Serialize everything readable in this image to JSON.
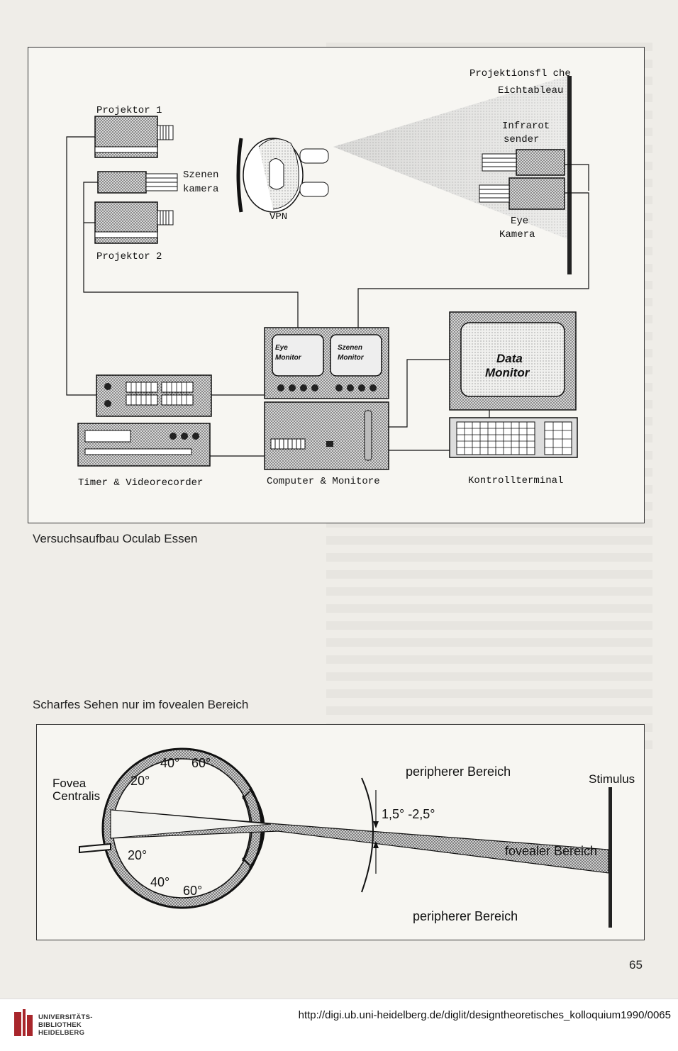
{
  "figure1": {
    "projektor1": "Projektor 1",
    "szenen": "Szenen",
    "kamera": "kamera",
    "projektor2": "Projektor 2",
    "vpn": "VPN",
    "projektionsflaeche": "Projektionsfl che",
    "eichtableau": "Eichtableau",
    "infrarot": "Infrarot",
    "sender": "sender",
    "eye": "Eye",
    "eye_kamera": "Kamera",
    "eye_monitor_1": "Eye",
    "eye_monitor_2": "Monitor",
    "szenen_monitor_1": "Szenen",
    "szenen_monitor_2": "Monitor",
    "data_monitor_1": "Data",
    "data_monitor_2": "Monitor",
    "timer_label": "Timer & Videorecorder",
    "computer_label": "Computer & Monitore",
    "kontroll_label": "Kontrollterminal"
  },
  "caption1": "Versuchsaufbau Oculab Essen",
  "caption2": "Scharfes Sehen nur im fovealen Bereich",
  "figure2": {
    "fovea_1": "Fovea",
    "fovea_2": "Centralis",
    "deg_40_top": "40°",
    "deg_60_top": "60°",
    "deg_20_top": "20°",
    "deg_20_bottom": "20°",
    "deg_40_bottom": "40°",
    "deg_60_bottom": "60°",
    "peripher_top": "peripherer Bereich",
    "angle": "1,5° -2,5°",
    "foveal": "fovealer Bereich",
    "stimulus": "Stimulus",
    "peripher_bottom": "peripherer Bereich"
  },
  "page_number": "65",
  "footer": {
    "library_1": "UNIVERSITÄTS-",
    "library_2": "BIBLIOTHEK",
    "library_3": "HEIDELBERG",
    "url": "http://digi.ub.uni-heidelberg.de/diglit/designtheoretisches_kolloquium1990/0065",
    "logo_color": "#a8262b"
  }
}
